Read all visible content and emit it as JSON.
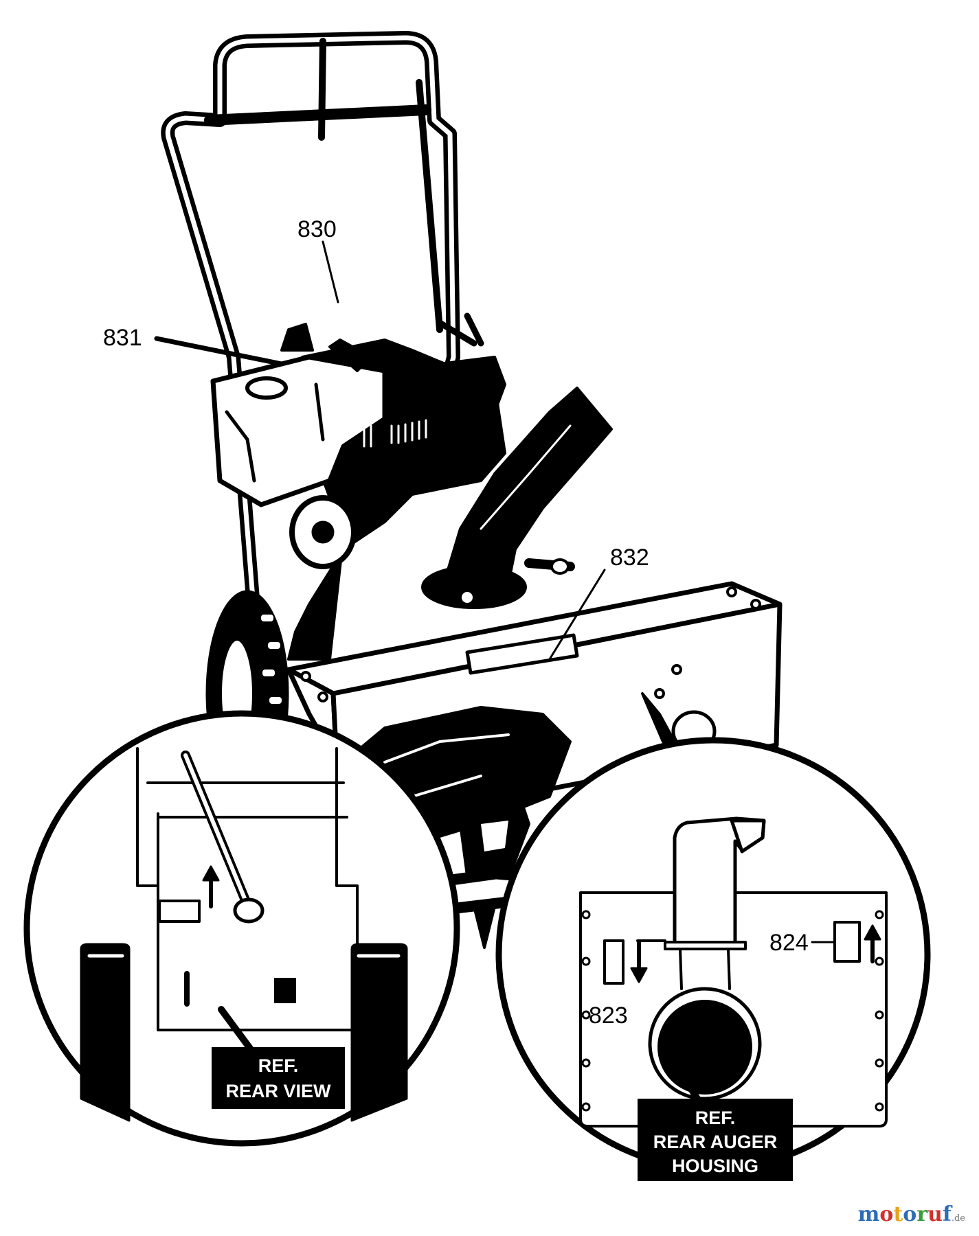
{
  "callouts": {
    "p830": "830",
    "p831": "831",
    "p832": "832",
    "p823": "823",
    "p824": "824"
  },
  "insets": {
    "rear_view": {
      "line1": "REF.",
      "line2": "REAR VIEW"
    },
    "rear_auger_housing": {
      "line1": "REF.",
      "line2": "REAR AUGER",
      "line3": "HOUSING"
    }
  },
  "watermark": {
    "letters": [
      "m",
      "o",
      "t",
      "o",
      "r",
      "u",
      "f"
    ],
    "suffix": ".de",
    "colors": [
      "#2d6db5",
      "#d0312d",
      "#e8a317",
      "#2d6db5",
      "#3a9b3a",
      "#d0312d",
      "#2d6db5"
    ]
  }
}
